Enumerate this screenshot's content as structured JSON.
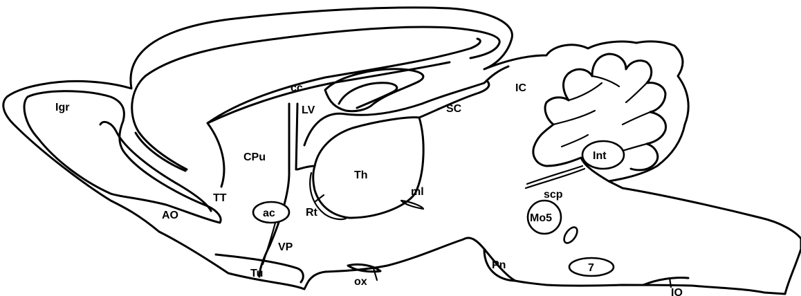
{
  "labels": {
    "igr": "Igr",
    "cc": "cc",
    "lv": "LV",
    "ic": "IC",
    "sc": "SC",
    "cpu": "CPu",
    "th": "Th",
    "int": "Int",
    "ml": "ml",
    "tt": "TT",
    "scp": "scp",
    "ac": "ac",
    "rt": "Rt",
    "mo5": "Mo5",
    "ao": "AO",
    "vp": "VP",
    "pn": "Pn",
    "seven": "7",
    "tu": "Tu",
    "ox": "ox",
    "io": "IO"
  },
  "colors": {
    "stroke": "#000000",
    "background": "#ffffff"
  }
}
